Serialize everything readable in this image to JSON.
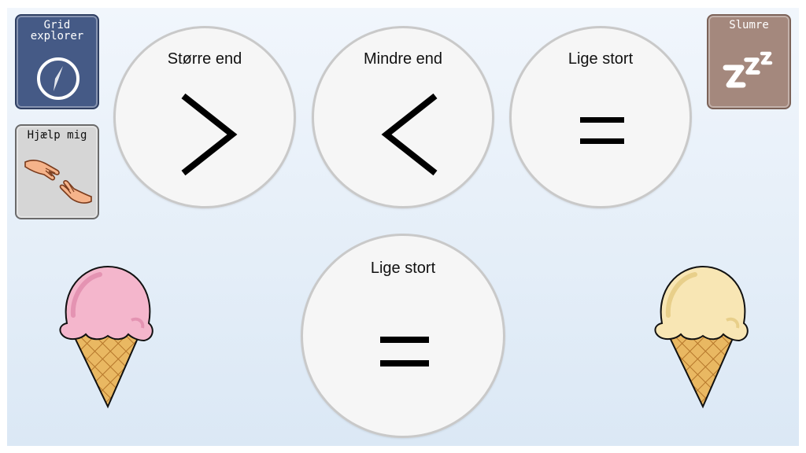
{
  "tiles": {
    "grid_explorer": {
      "label": "Grid explorer",
      "icon": "compass-icon",
      "bg": "#455a86"
    },
    "slumre": {
      "label": "Slumre",
      "icon": "zzz-icon",
      "bg": "#a4887d"
    },
    "help": {
      "label": "Hjælp mig",
      "icon": "helping-hands-icon",
      "bg": "#d6d6d6"
    }
  },
  "symbols": [
    {
      "label": "Større end",
      "symbol": "greater-than"
    },
    {
      "label": "Mindre end",
      "symbol": "less-than"
    },
    {
      "label": "Lige stort",
      "symbol": "equals"
    }
  ],
  "answer": {
    "label": "Lige stort",
    "symbol": "equals"
  },
  "icecreams": {
    "left": {
      "flavor": "strawberry",
      "color": "#f4b6cc"
    },
    "right": {
      "flavor": "vanilla",
      "color": "#f8e6b4"
    }
  }
}
